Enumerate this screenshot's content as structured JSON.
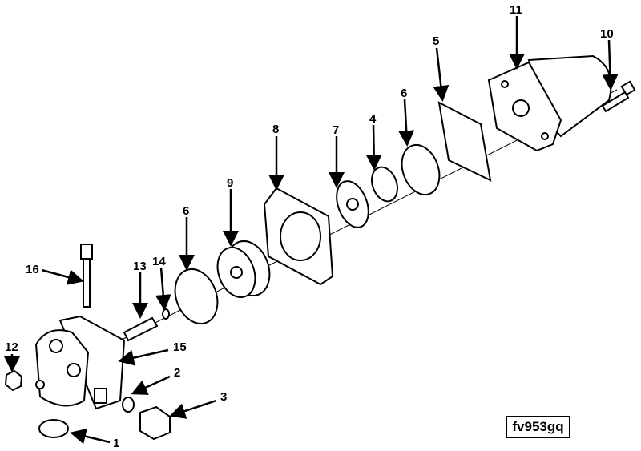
{
  "figure_id": "fv953gq",
  "callouts": [
    "11",
    "10",
    "5",
    "6",
    "4",
    "7",
    "8",
    "9",
    "6",
    "14",
    "13",
    "16",
    "12",
    "15",
    "2",
    "3",
    "1"
  ],
  "colors": {
    "ink": "#000000",
    "background": "#ffffff"
  }
}
